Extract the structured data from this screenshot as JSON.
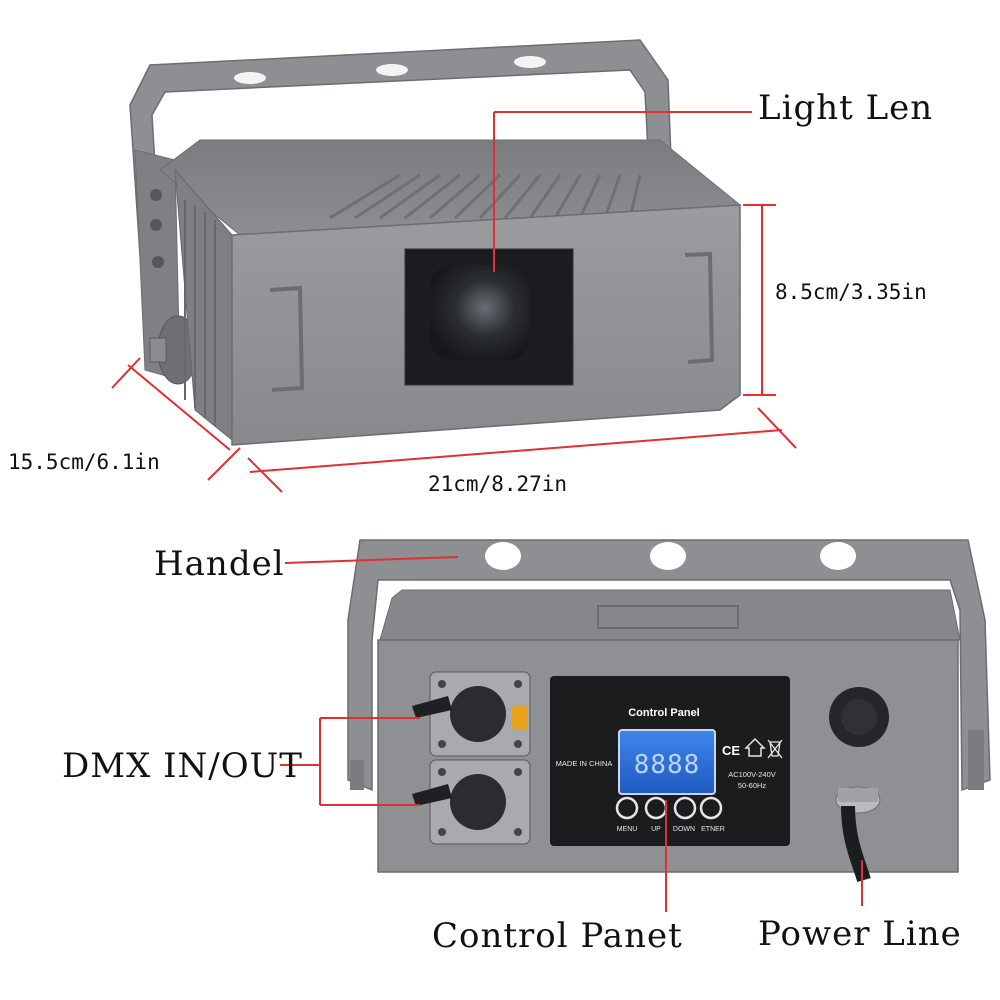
{
  "labels": {
    "light_lens": "Light Len",
    "height": "8.5cm/3.35in",
    "depth": "15.5cm/6.1in",
    "width": "21cm/8.27in",
    "handle": "Handel",
    "dmx": "DMX IN/OUT",
    "control_panel": "Control Panet",
    "power_line": "Power Line"
  },
  "panel": {
    "title": "Control Panel",
    "made_in": "MADE IN CHINA",
    "display": "8888",
    "ce_mark": "CE",
    "voltage": "AC100V-240V",
    "frequency": "50-60Hz",
    "buttons": [
      "MENU",
      "UP",
      "DOWN",
      "ETNER"
    ]
  },
  "colors": {
    "body": "#8e9093",
    "body_dark": "#707276",
    "annotation_red": "#e03030",
    "display_blue": "#2a6fd6"
  }
}
